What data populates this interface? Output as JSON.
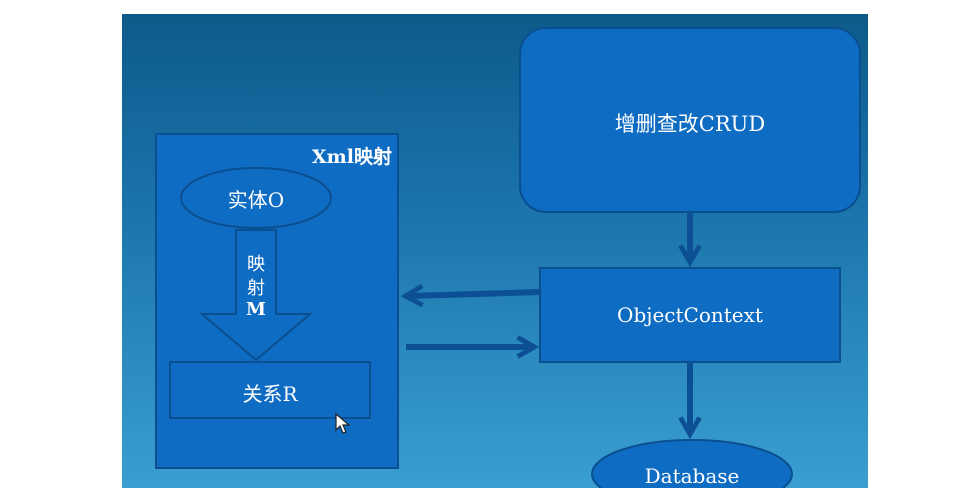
{
  "diagram": {
    "xml_mapping_title": "Xml映射",
    "entity_label": "实体O",
    "mapping_label": [
      "映",
      "射",
      "M"
    ],
    "relation_label": "关系R",
    "crud_label": "增删查改CRUD",
    "object_context_label": "ObjectContext",
    "database_label": "Database"
  },
  "colors": {
    "box_fill": "#0f6cc3",
    "box_stroke": "#0a4f8f",
    "arrow": "#0c4f94",
    "text": "#ffffff"
  }
}
